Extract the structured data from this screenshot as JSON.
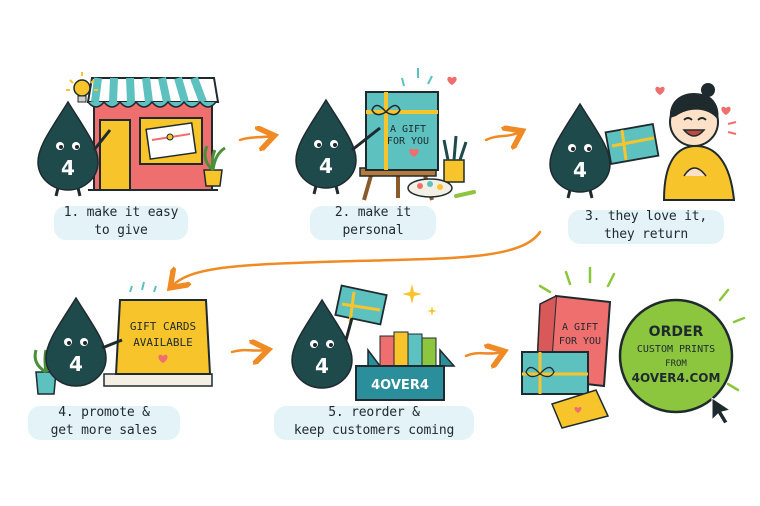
{
  "colors": {
    "drop": "#1f4a4c",
    "orange": "#f08a24",
    "teal": "#5dc1c0",
    "yellow": "#f7c52b",
    "pink": "#ef6f6f",
    "green": "#8cc63f",
    "wash": "#dff1f7"
  },
  "mascot_label": "4",
  "steps": [
    {
      "caption_line1": "1. make it easy",
      "caption_line2": "to give"
    },
    {
      "caption_line1": "2. make it",
      "caption_line2": "personal",
      "card_text1": "A GIFT",
      "card_text2": "FOR YOU"
    },
    {
      "caption_line1": "3. they love it,",
      "caption_line2": "they return"
    },
    {
      "caption_line1": "4. promote &",
      "caption_line2": "get more sales",
      "sign_text1": "GIFT CARDS",
      "sign_text2": "AVAILABLE"
    },
    {
      "caption_line1": "5. reorder &",
      "caption_line2": "keep customers coming",
      "box_text": "4OVER4"
    },
    {
      "card_text1": "A GIFT",
      "card_text2": "FOR YOU",
      "cta_line1": "ORDER",
      "cta_line2": "CUSTOM PRINTS",
      "cta_line3": "FROM",
      "cta_line4": "4OVER4.COM"
    }
  ]
}
